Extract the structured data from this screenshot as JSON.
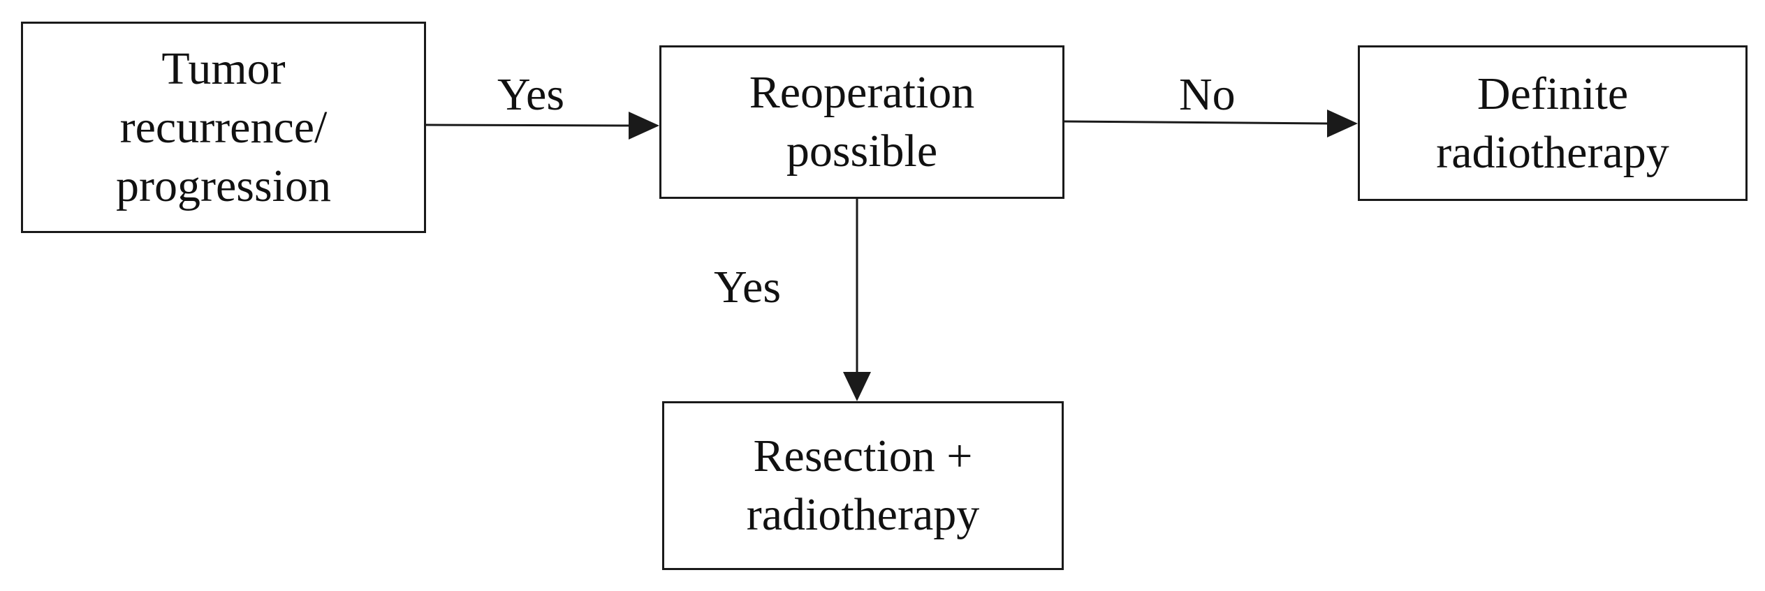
{
  "nodes": {
    "tumor": {
      "lines": [
        "Tumor",
        "recurrence/",
        "progression"
      ]
    },
    "reoperation": {
      "lines": [
        "Reoperation",
        "possible"
      ]
    },
    "definite": {
      "lines": [
        "Definite",
        "radiotherapy"
      ]
    },
    "resection": {
      "lines": [
        "Resection +",
        "radiotherapy"
      ]
    }
  },
  "edges": {
    "tumor_to_reoperation": {
      "label": "Yes"
    },
    "reoperation_to_definite": {
      "label": "No"
    },
    "reoperation_to_resection": {
      "label": "Yes"
    }
  },
  "colors": {
    "line": "#1a1a1a",
    "text": "#111111",
    "background": "#ffffff"
  }
}
